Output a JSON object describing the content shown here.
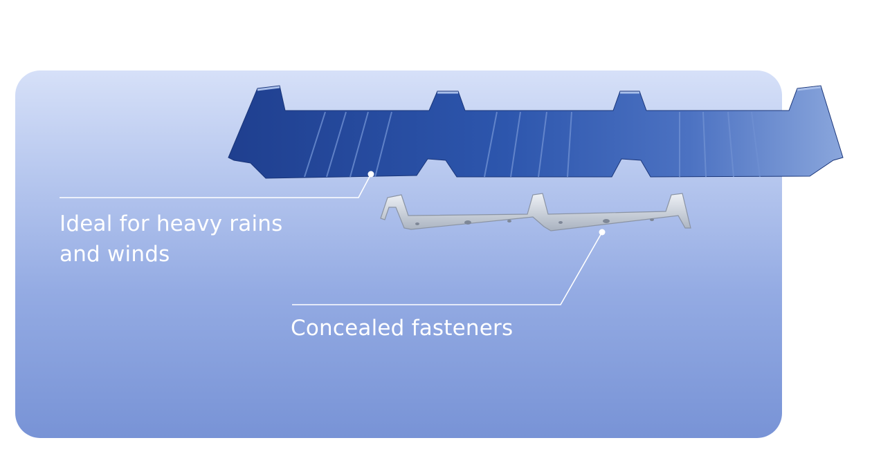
{
  "callouts": {
    "rains_line1": "Ideal for heavy rains",
    "rains_line2": "and winds",
    "fasteners": "Concealed fasteners"
  },
  "colors": {
    "panel_top": "#d6e0f8",
    "panel_bottom": "#7893d6",
    "sheet_blue": "#2f55a8",
    "fastener_silver": "#c9cfd8",
    "text": "#ffffff"
  }
}
